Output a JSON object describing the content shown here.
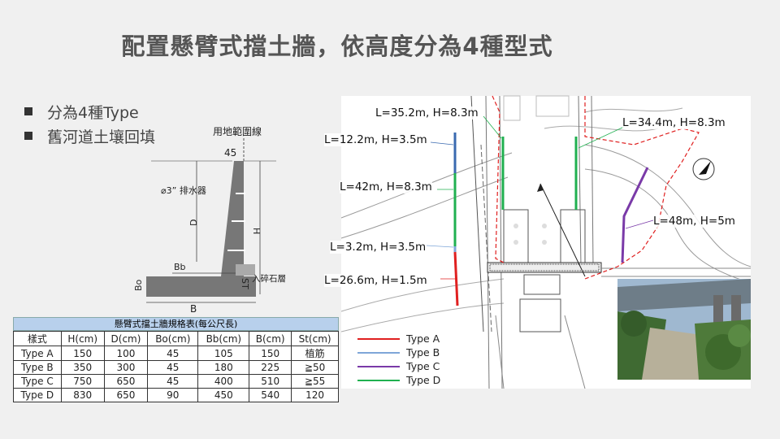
{
  "title": "配置懸臂式擋土牆，依高度分為4種型式",
  "bullets": [
    "分為4種Type",
    "舊河道土壤回填"
  ],
  "wall_diagram": {
    "boundary_label": "用地範圍線",
    "top_width": "45",
    "drain_label": "⌀3” 排水器",
    "dim_D": "D",
    "dim_H": "H",
    "dim_Bb": "Bb",
    "dim_Bo": "Bo",
    "dim_B": "B",
    "dim_ST": "ST",
    "stone_label": "入碎石層"
  },
  "spec_table": {
    "caption": "懸臂式擋土牆規格表(每公尺長)",
    "headers": [
      "樣式",
      "H(cm)",
      "D(cm)",
      "Bo(cm)",
      "Bb(cm)",
      "B(cm)",
      "St(cm)"
    ],
    "rows": [
      [
        "Type A",
        "150",
        "100",
        "45",
        "105",
        "150",
        "植筋"
      ],
      [
        "Type B",
        "350",
        "300",
        "45",
        "180",
        "225",
        "≧50"
      ],
      [
        "Type C",
        "750",
        "650",
        "45",
        "400",
        "510",
        "≧55"
      ],
      [
        "Type D",
        "830",
        "650",
        "90",
        "450",
        "540",
        "120"
      ]
    ]
  },
  "plan": {
    "labels": {
      "l1": "L=35.2m, H=8.3m",
      "l2": "L=12.2m, H=3.5m",
      "l3": "L=42m, H=8.3m",
      "l4": "L=3.2m, H=3.5m",
      "l5": "L=26.6m, H=1.5m",
      "l6": "L=34.4m, H=8.3m",
      "l7": "L=48m, H=5m"
    },
    "legend": [
      {
        "label": "Type A",
        "color": "#e02020"
      },
      {
        "label": "Type B",
        "color": "#7ea6d8"
      },
      {
        "label": "Type C",
        "color": "#7a3aa8"
      },
      {
        "label": "Type D",
        "color": "#20b050"
      }
    ]
  }
}
